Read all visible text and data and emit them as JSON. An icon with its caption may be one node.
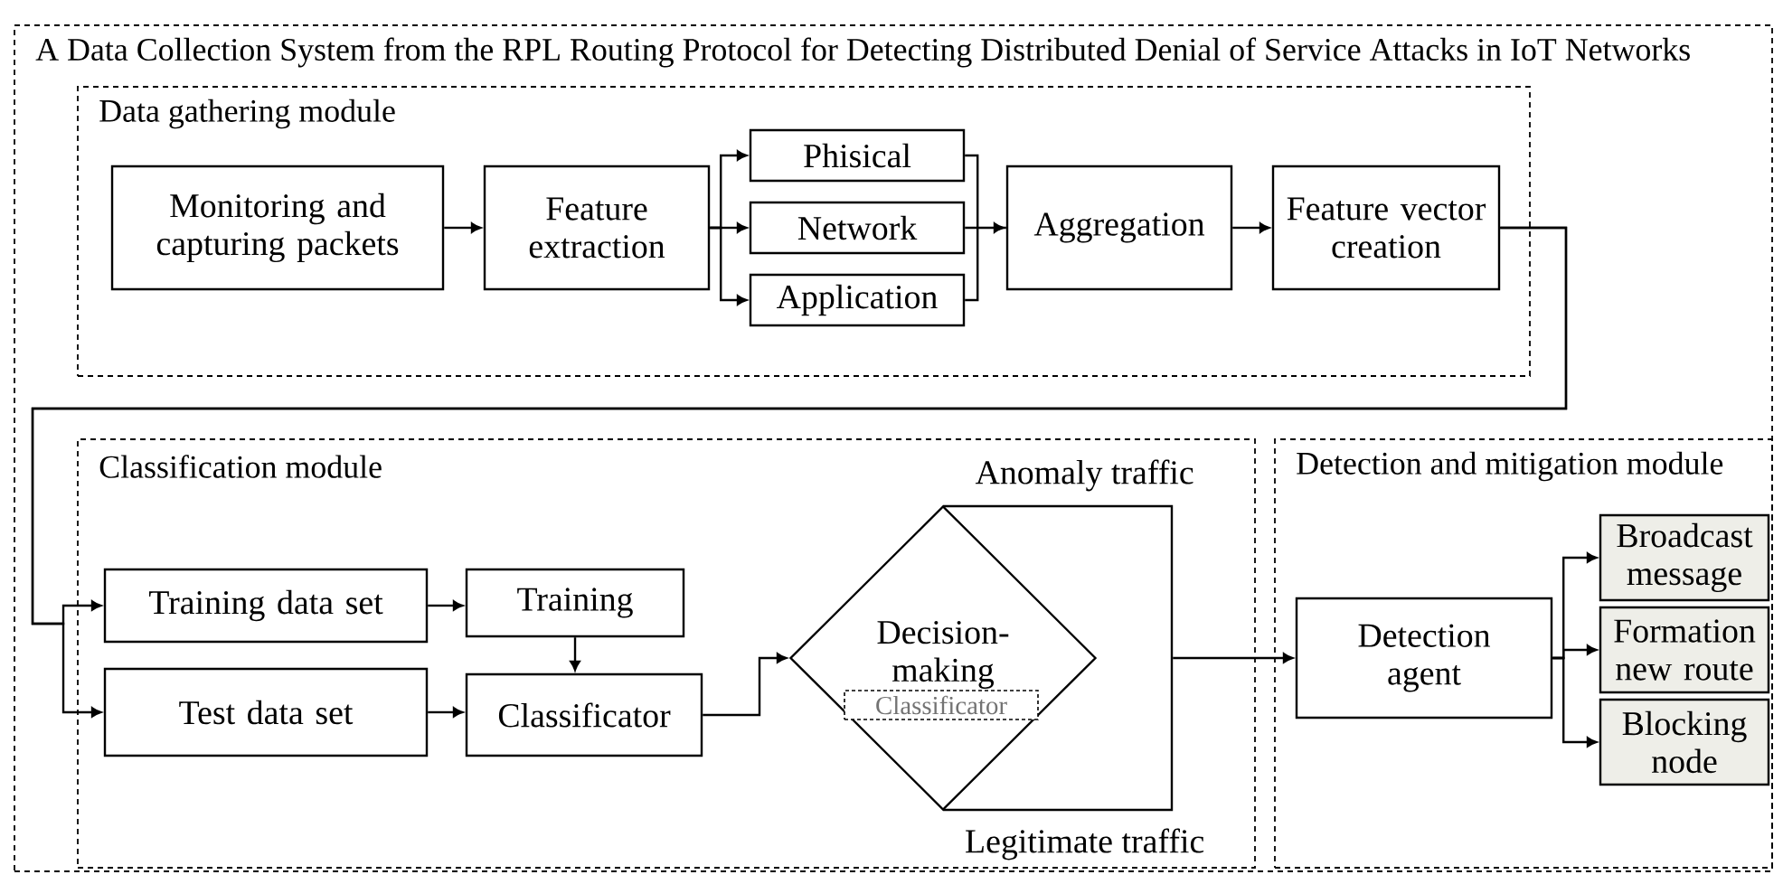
{
  "diagram": {
    "nodes": [
      {
        "text": [
          "A Data Collection System from the RPL Routing Protocol for Detecting Distributed Denial of Service Attacks in IoT Networks"
        ]
      },
      {
        "text": [
          "Data gathering module"
        ],
        "in": 0
      },
      {
        "text": [
          "Monitoring and capturing packets"
        ],
        "in": 1
      },
      {
        "text": [
          "Feature extraction"
        ],
        "in": 1
      },
      {
        "text": [
          "Phisical"
        ],
        "in": 1
      },
      {
        "text": [
          "Network"
        ],
        "in": 1
      },
      {
        "text": [
          "Application"
        ],
        "in": 1
      },
      {
        "text": [
          "Aggregation"
        ],
        "in": 1
      },
      {
        "text": [
          "Feature vector creation"
        ],
        "in": 1
      },
      {
        "text": [
          "Classification module"
        ],
        "in": 0
      },
      {
        "text": [
          "Training data set"
        ],
        "in": 9
      },
      {
        "text": [
          "Training"
        ],
        "in": 9
      },
      {
        "text": [
          "Test data set"
        ],
        "in": 9
      },
      {
        "text": [
          "Classificator"
        ],
        "in": 9
      },
      {
        "text": [
          "Decision-making"
        ],
        "in": 9,
        "beside": [
          "Anomaly traffic",
          "Legitimate traffic"
        ]
      },
      {
        "text": [
          "Classificator"
        ],
        "in": 14
      },
      {
        "text": [
          "Detection and mitigation module"
        ],
        "in": 0
      },
      {
        "text": [
          "Detection agent"
        ],
        "in": 16
      },
      {
        "text": [
          "Broadcast message"
        ],
        "in": 16
      },
      {
        "text": [
          "Formation new route"
        ],
        "in": 16
      },
      {
        "text": [
          "Blocking node"
        ],
        "in": 16
      }
    ],
    "edges": [
      {
        "from": 2,
        "to": 3,
        "arrow": "to"
      },
      {
        "from": 3,
        "to": 4,
        "arrow": "to"
      },
      {
        "from": 3,
        "to": 5,
        "arrow": "to"
      },
      {
        "from": 3,
        "to": 6,
        "arrow": "to"
      },
      {
        "from": 4,
        "to": 7,
        "arrow": "to"
      },
      {
        "from": 5,
        "to": 7,
        "arrow": "to"
      },
      {
        "from": 6,
        "to": 7,
        "arrow": "to"
      },
      {
        "from": 7,
        "to": 8,
        "arrow": "to"
      },
      {
        "from": 8,
        "to": 10,
        "arrow": "to"
      },
      {
        "from": 8,
        "to": 12,
        "arrow": "to"
      },
      {
        "from": 10,
        "to": 11,
        "arrow": "to"
      },
      {
        "from": 11,
        "to": 13,
        "arrow": "to"
      },
      {
        "from": 12,
        "to": 13,
        "arrow": "to"
      },
      {
        "from": 13,
        "to": 14,
        "arrow": "to"
      },
      {
        "from": 14,
        "to": 17,
        "arrow": "to"
      },
      {
        "from": 17,
        "to": 18,
        "arrow": "to"
      },
      {
        "from": 17,
        "to": 19,
        "arrow": "to"
      },
      {
        "from": 17,
        "to": 20,
        "arrow": "to"
      }
    ]
  }
}
